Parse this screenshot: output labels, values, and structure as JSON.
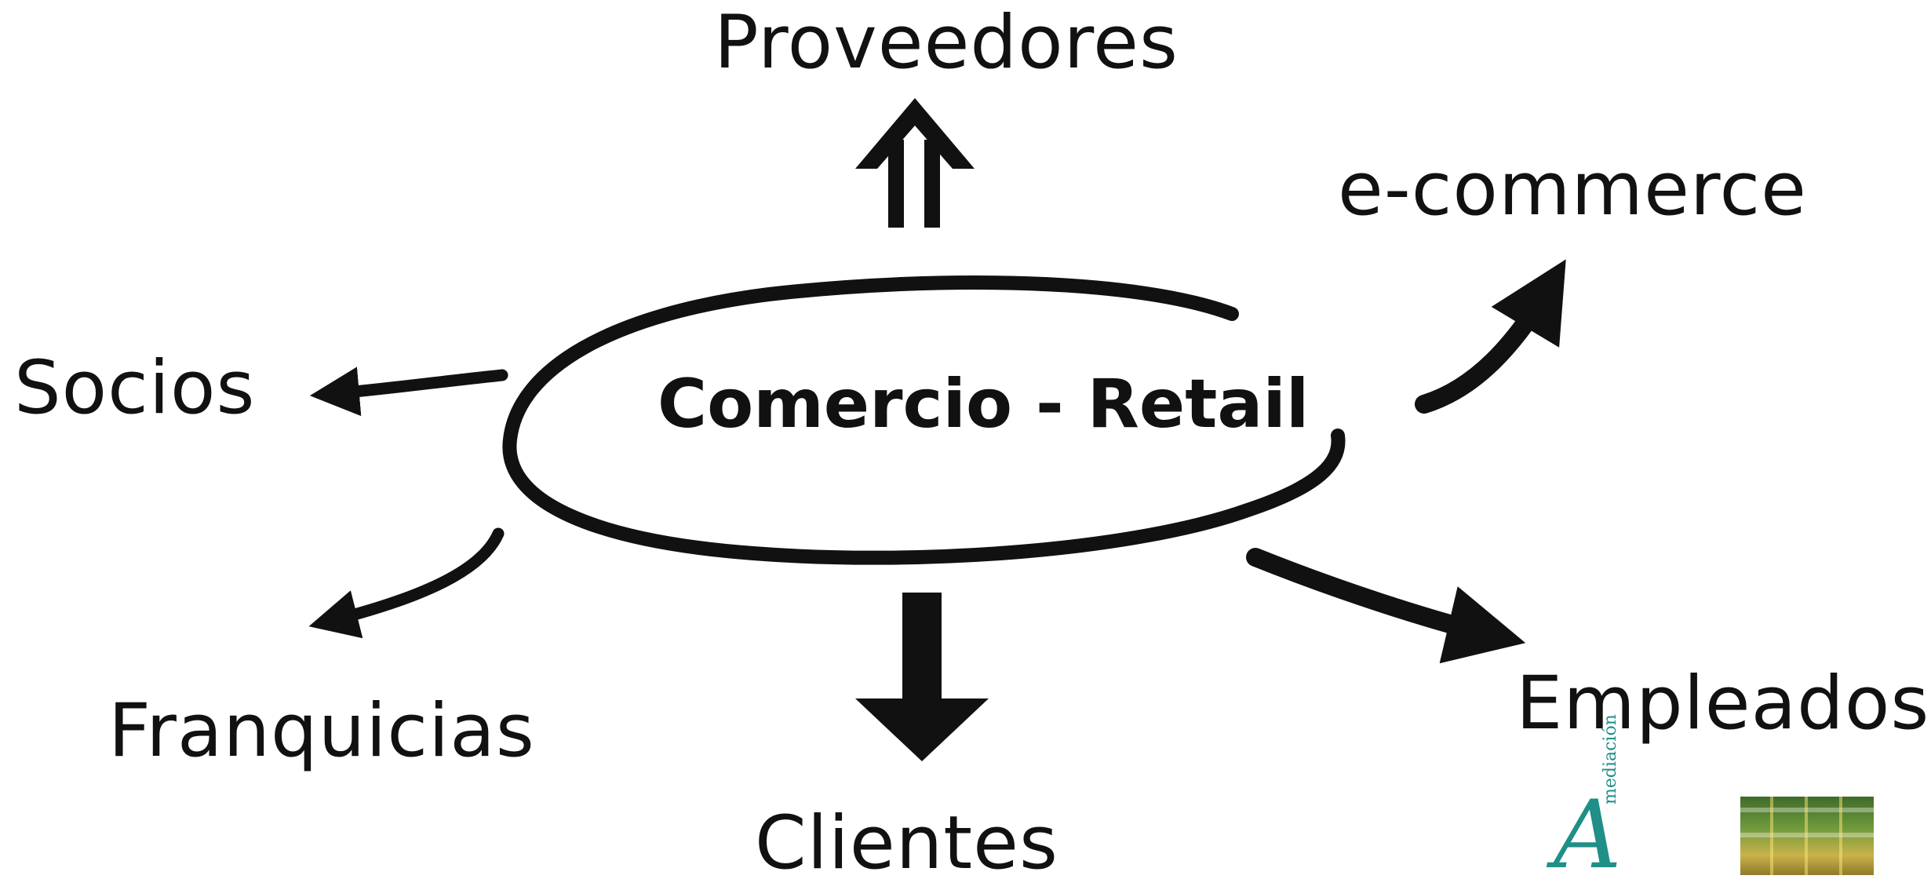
{
  "diagram": {
    "center": {
      "label": "Comercio - Retail"
    },
    "nodes": [
      {
        "id": "proveedores",
        "label": "Proveedores"
      },
      {
        "id": "ecommerce",
        "label": "e-commerce"
      },
      {
        "id": "socios",
        "label": "Socios"
      },
      {
        "id": "franquicias",
        "label": "Franquicias"
      },
      {
        "id": "clientes",
        "label": "Clientes"
      },
      {
        "id": "empleados",
        "label": "Empleados"
      }
    ],
    "edges": [
      {
        "from": "center",
        "to": "proveedores"
      },
      {
        "from": "center",
        "to": "ecommerce"
      },
      {
        "from": "center",
        "to": "socios"
      },
      {
        "from": "center",
        "to": "franquicias"
      },
      {
        "from": "center",
        "to": "clientes"
      },
      {
        "from": "center",
        "to": "empleados"
      }
    ]
  },
  "footer": {
    "logo_text": "mediación",
    "logo_letter": "A"
  },
  "colors": {
    "ink": "#111111",
    "logo_teal": "#1f8f87",
    "background": "#ffffff"
  }
}
